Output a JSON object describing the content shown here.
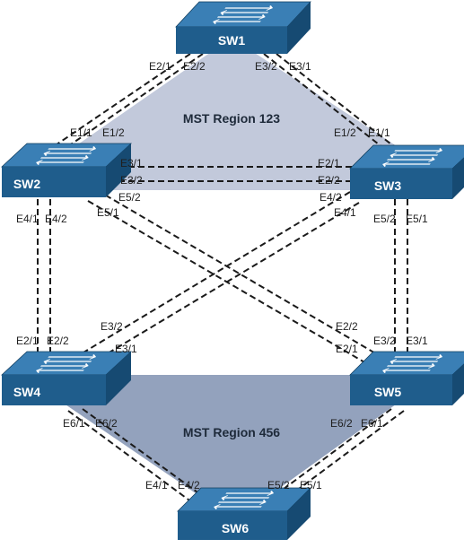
{
  "regions": {
    "top": {
      "name": "MST Region 123",
      "fill": "#c2c9db"
    },
    "bottom": {
      "name": "MST Region 456",
      "fill": "#93a2bd"
    }
  },
  "switches": {
    "sw1": {
      "name": "SW1"
    },
    "sw2": {
      "name": "SW2"
    },
    "sw3": {
      "name": "SW3"
    },
    "sw4": {
      "name": "SW4"
    },
    "sw5": {
      "name": "SW5"
    },
    "sw6": {
      "name": "SW6"
    }
  },
  "ports": {
    "sw1_e21": "E2/1",
    "sw1_e22": "E2/2",
    "sw1_e32": "E3/2",
    "sw1_e31": "E3/1",
    "sw2_e11": "E1/1",
    "sw2_e12": "E1/2",
    "sw2_e31": "E3/1",
    "sw2_e32": "E3/2",
    "sw2_e52": "E5/2",
    "sw2_e51": "E5/1",
    "sw2_e41": "E4/1",
    "sw2_e42": "E4/2",
    "sw3_e12": "E1/2",
    "sw3_e11": "E1/1",
    "sw3_e21": "E2/1",
    "sw3_e22": "E2/2",
    "sw3_e42": "E4/2",
    "sw3_e41": "E4/1",
    "sw3_e52": "E5/2",
    "sw3_e51": "E5/1",
    "sw4_e21": "E2/1",
    "sw4_e22": "E2/2",
    "sw4_e32": "E3/2",
    "sw4_e31": "E3/1",
    "sw4_e61": "E6/1",
    "sw4_e62": "E6/2",
    "sw5_e22": "E2/2",
    "sw5_e21": "E2/1",
    "sw5_e32": "E3/2",
    "sw5_e31": "E3/1",
    "sw5_e62": "E6/2",
    "sw5_e61": "E6/1",
    "sw6_e41": "E4/1",
    "sw6_e42": "E4/2",
    "sw6_e52": "E5/2",
    "sw6_e51": "E5/1"
  },
  "colors": {
    "switch_front": "#1f5d8c",
    "switch_top": "#3a7fb5",
    "switch_side": "#164a72",
    "link": "#1a1a1a"
  }
}
